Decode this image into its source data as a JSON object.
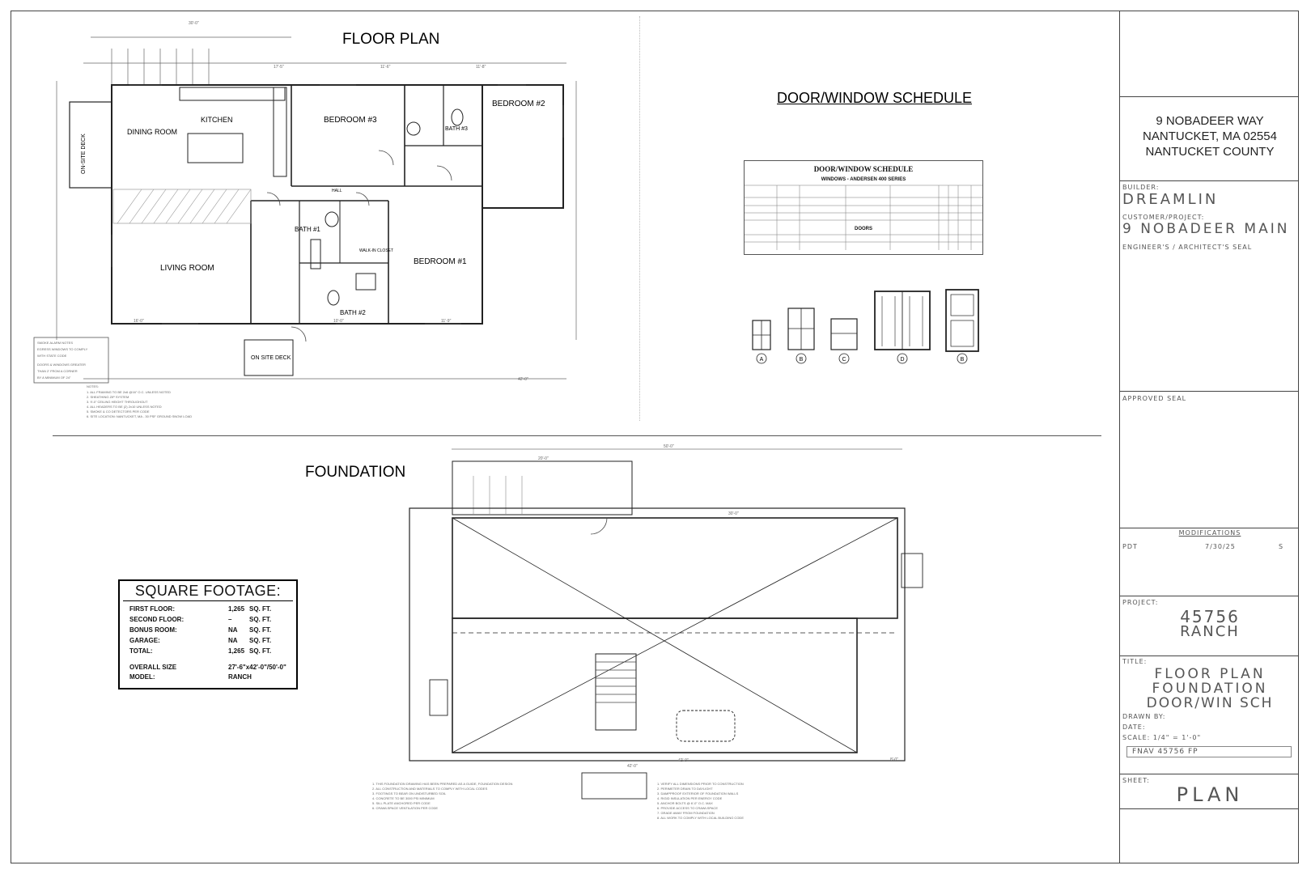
{
  "drawing": {
    "floor_plan_title": "FLOOR PLAN",
    "foundation_title": "FOUNDATION",
    "schedule_title": "DOOR/WINDOW SCHEDULE",
    "rooms": {
      "dining": "DINING ROOM",
      "kitchen": "KITCHEN",
      "bedroom3": "BEDROOM #3",
      "bedroom2": "BEDROOM #2",
      "bath3": "BATH #3",
      "bath1": "BATH #1",
      "bath2": "BATH #2",
      "living": "LIVING ROOM",
      "bedroom1": "BEDROOM #1",
      "walkin": "WALK-IN CLOSET",
      "hall": "HALL",
      "deck_left": "ON-SITE DECK",
      "deck_bottom": "ON SITE DECK"
    },
    "door_window_tags": [
      "A",
      "B",
      "C",
      "D",
      "B"
    ]
  },
  "schedule": {
    "table_title": "DOOR/WINDOW SCHEDULE",
    "windows_header": "WINDOWS - ANDERSEN 400 SERIES",
    "doors_header": "DOORS"
  },
  "square_footage": {
    "title": "SQUARE FOOTAGE:",
    "rows": [
      {
        "label": "FIRST FLOOR:",
        "value": "1,265",
        "unit": "SQ. FT."
      },
      {
        "label": "SECOND FLOOR:",
        "value": "–",
        "unit": "SQ. FT."
      },
      {
        "label": "BONUS ROOM:",
        "value": "NA",
        "unit": "SQ. FT."
      },
      {
        "label": "GARAGE:",
        "value": "NA",
        "unit": "SQ. FT."
      },
      {
        "label": "TOTAL:",
        "value": "1,265",
        "unit": "SQ. FT."
      }
    ],
    "overall_label": "OVERALL SIZE",
    "overall_value": "27'-6\"x42'-0\"/50'-0\"",
    "model_label": "MODEL:",
    "model_value": "RANCH"
  },
  "title_block": {
    "address_line1": "9 NOBADEER WAY",
    "address_line2": "NANTUCKET, MA 02554",
    "address_line3": "NANTUCKET COUNTY",
    "builder_label": "BUILDER:",
    "builder_value": "DREAMLIN",
    "customer_label": "CUSTOMER/PROJECT:",
    "customer_value": "9 NOBADEER MAIN",
    "seal_label": "ENGINEER'S / ARCHITECT'S SEAL",
    "approved_label": "APPROVED SEAL",
    "modifications_label": "MODIFICATIONS",
    "mod_initials": "PDT",
    "mod_date": "7/30/25",
    "mod_rev": "S",
    "project_label": "PROJECT:",
    "project_number": "45756",
    "project_model": "RANCH",
    "title_label": "TITLE:",
    "title_line1": "FLOOR PLAN",
    "title_line2": "FOUNDATION",
    "title_line3": "DOOR/WIN SCH",
    "drawn_by_label": "DRAWN BY:",
    "date_label": "DATE:",
    "scale_label": "SCALE: 1/4\" = 1'-0\"",
    "file_label": "FNAV 45756 FP",
    "sheet_label": "SHEET:",
    "sheet_value": "PLAN"
  }
}
